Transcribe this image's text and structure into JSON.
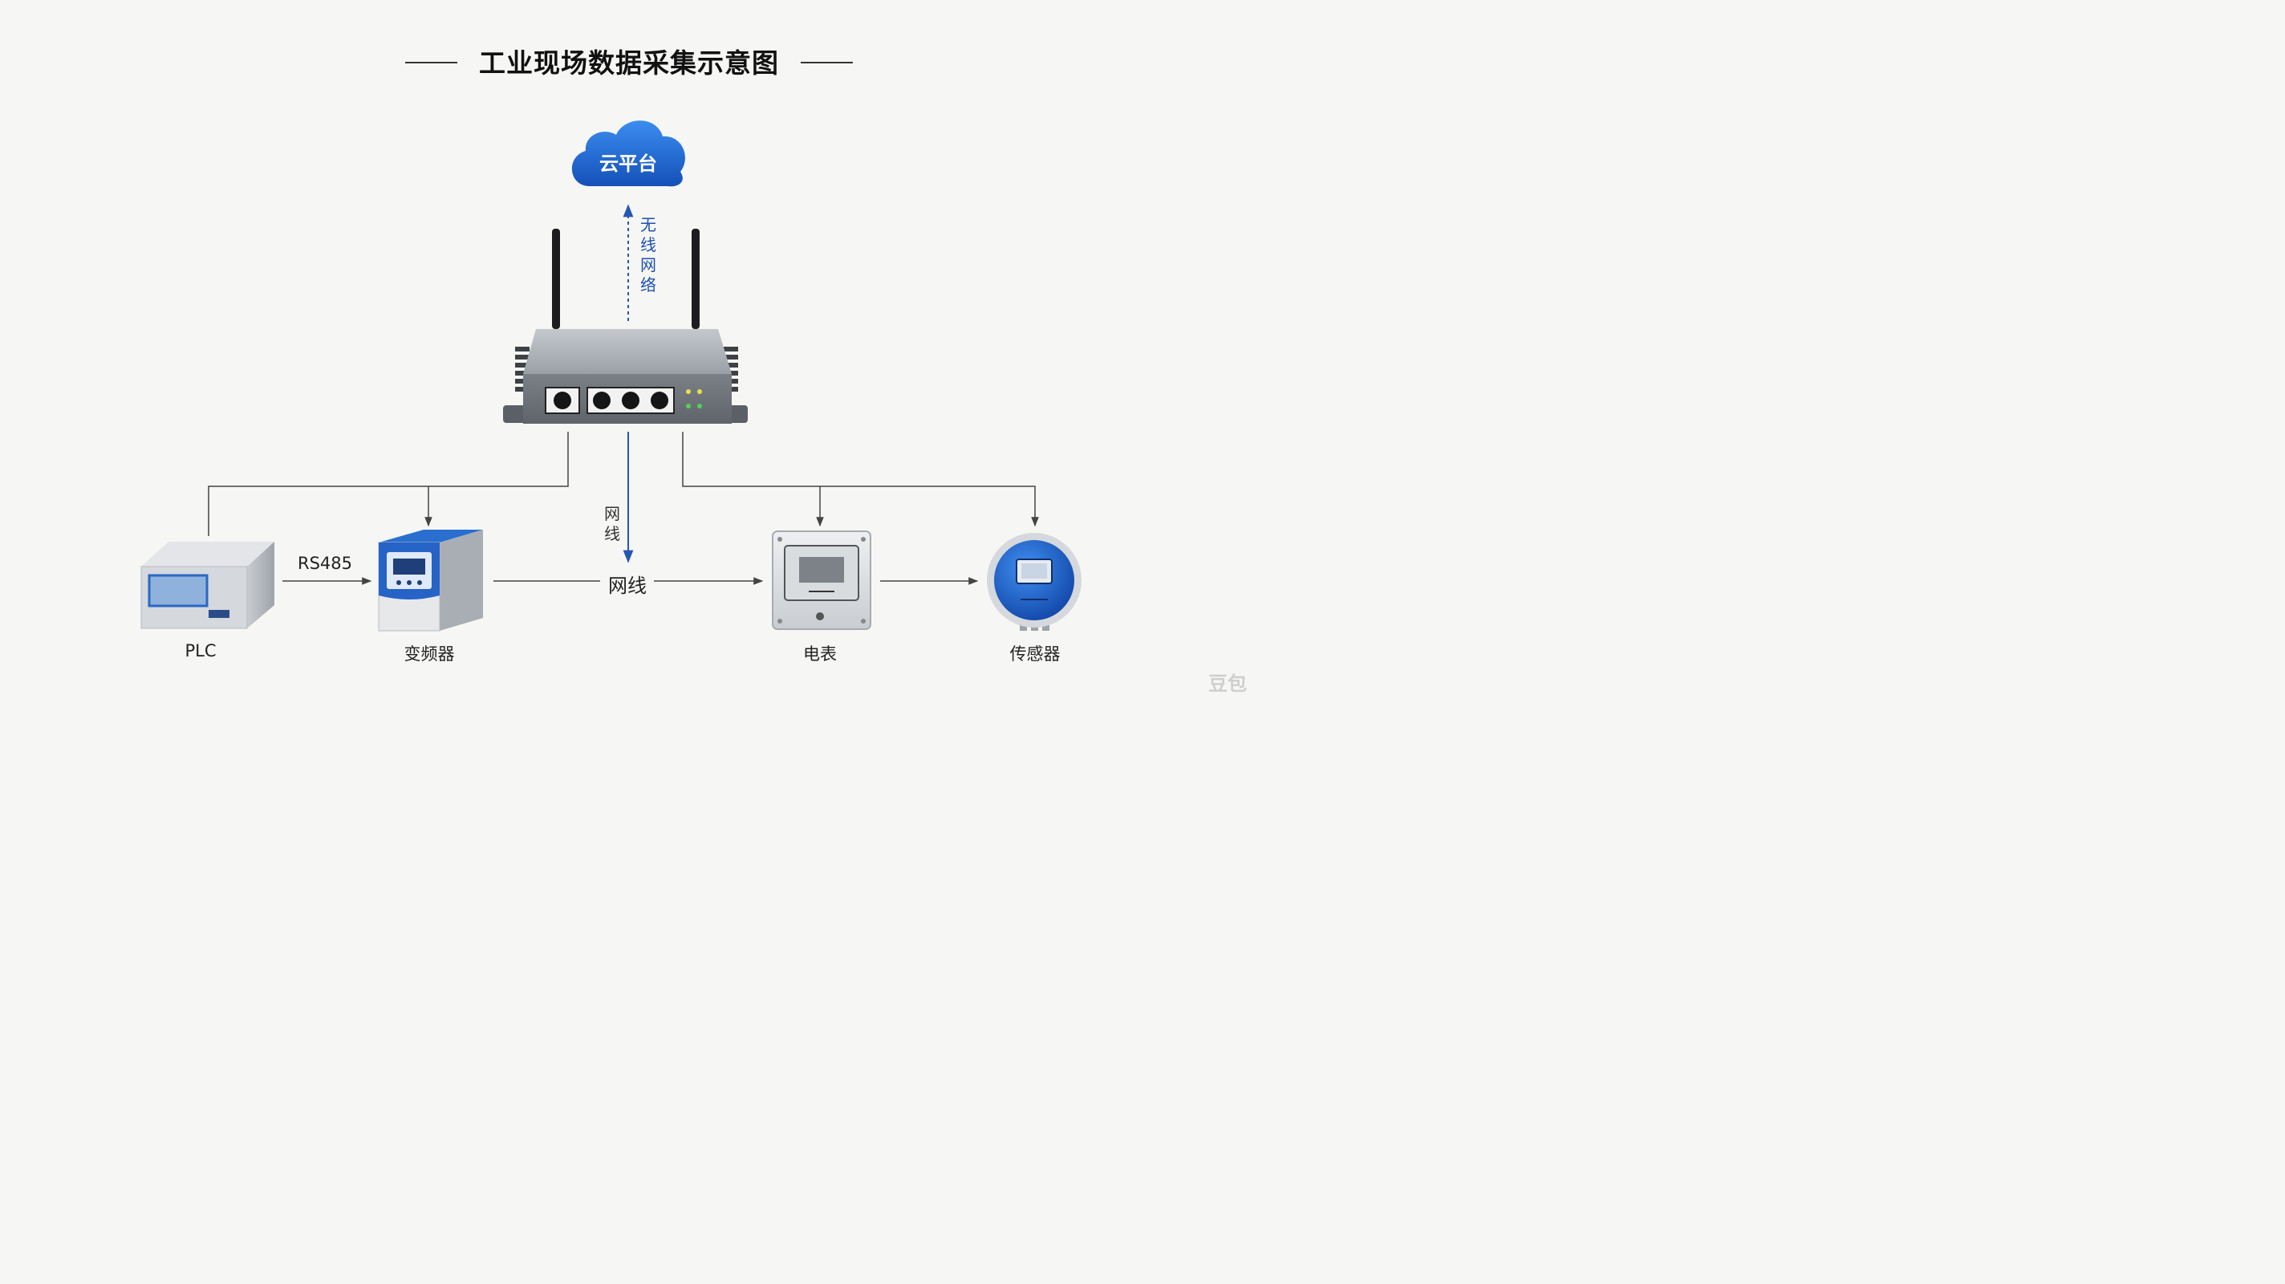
{
  "title": "工业现场数据采集示意图",
  "cloud": {
    "label": "云平台"
  },
  "links": {
    "wireless": "无线网络",
    "cable_vertical": "网线",
    "cable_horizontal": "网线",
    "rs485": "RS485"
  },
  "devices": {
    "plc": "PLC",
    "inverter": "变频器",
    "meter": "电表",
    "sensor": "传感器"
  },
  "watermark": "豆包",
  "colors": {
    "accent_blue": "#1f63c8",
    "line_gray": "#444444",
    "dashed_blue": "#2456b5"
  }
}
